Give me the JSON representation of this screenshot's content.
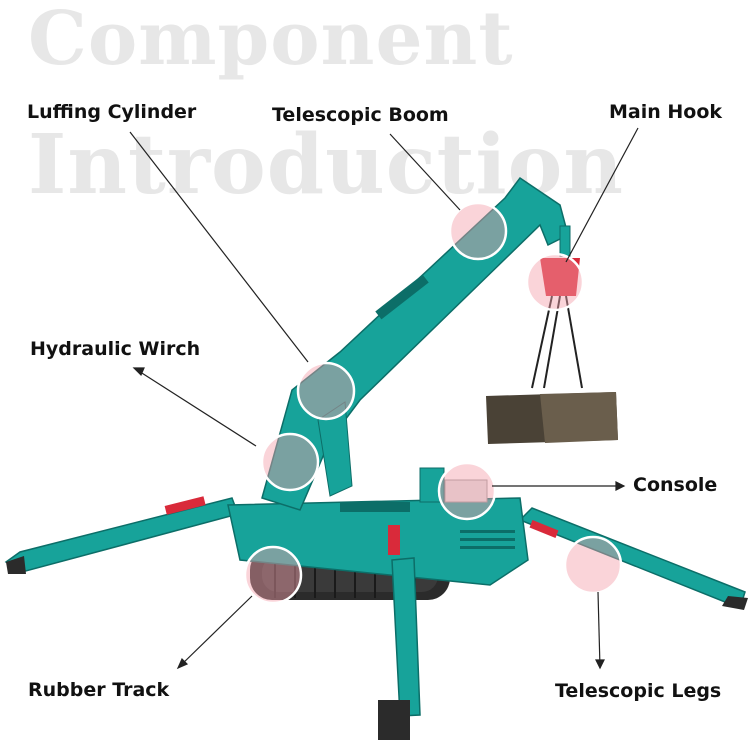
{
  "background_title": {
    "line1": "Component",
    "line2": "Introduction"
  },
  "colors": {
    "machine": "#17a39a",
    "machine_dark": "#0c6e68",
    "hook": "#d92a3a",
    "highlight": "#f5a0aa",
    "track": "#2b2b2b",
    "load": "#4a4236",
    "label": "#111111",
    "watermark": "#e7e7e7"
  },
  "labels": {
    "luffing_cylinder": "Luffing Cylinder",
    "telescopic_boom": "Telescopic Boom",
    "main_hook": "Main Hook",
    "hydraulic_winch": "Hydraulic Wirch",
    "console": "Console",
    "rubber_track": "Rubber Track",
    "telescopic_legs": "Telescopic Legs"
  }
}
